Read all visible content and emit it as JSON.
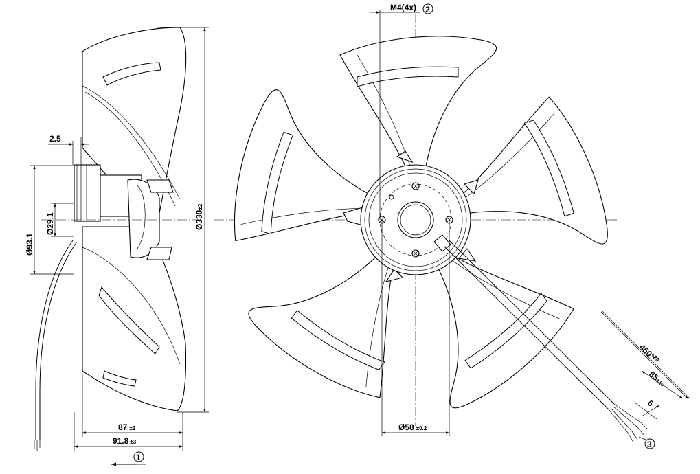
{
  "dimensions": {
    "side_view": {
      "blade_offset": "2.5",
      "bore_dia": "Ø29.1",
      "hub_dia": "Ø93.1",
      "overall_dia": "Ø330",
      "overall_dia_tol": "±2",
      "depth_1": "87",
      "depth_1_tol": "±2",
      "depth_2": "91.8",
      "depth_2_tol": "±3"
    },
    "front_view": {
      "screw_spec": "M4(4x)",
      "bolt_circle": "Ø58",
      "bolt_circle_tol": "±0.2",
      "cable_length": "450",
      "cable_length_tol": "+20",
      "strip_length": "85",
      "strip_length_tol": "±10",
      "wire_end": "6"
    }
  },
  "callouts": {
    "view_direction": "1",
    "mounting_screws": "2",
    "cable_wires": "3"
  }
}
